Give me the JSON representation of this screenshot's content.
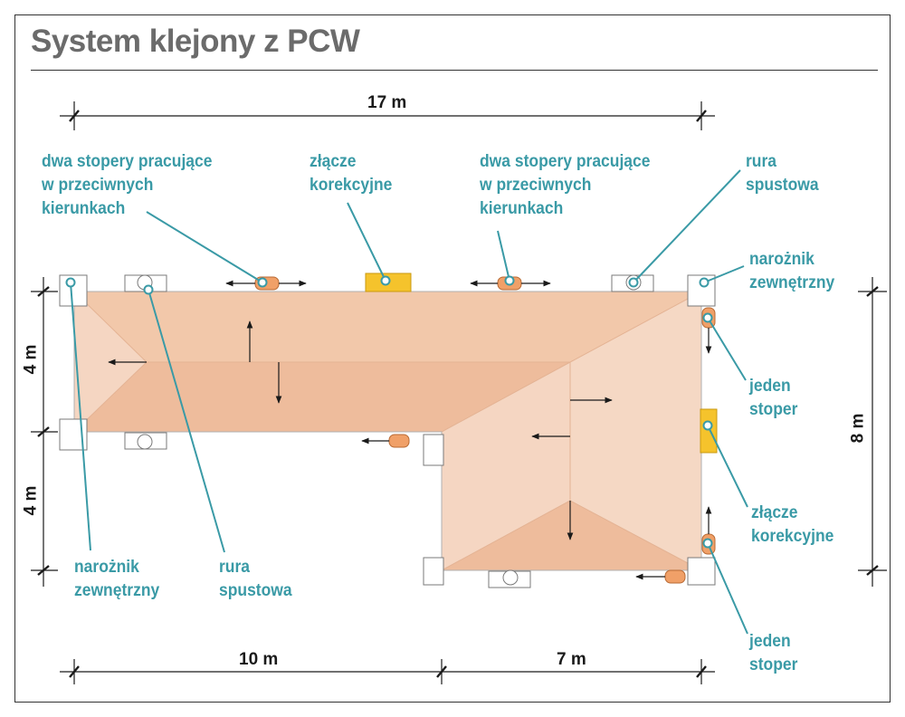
{
  "title": "System klejony z PCW",
  "colors": {
    "label": "#3a9aa6",
    "leader": "#3a9aa6",
    "roof_light": "#f5d6c2",
    "roof_mid": "#f2c8aa",
    "roof_dark": "#eebc9c",
    "connector": "#f5c32c",
    "stopper": "#f0a068",
    "text_dark": "#1a1a1a"
  },
  "dimensions": {
    "top": "17 m",
    "bottom_left": "10 m",
    "bottom_right": "7 m",
    "left_upper": "4 m",
    "left_lower": "4 m",
    "right": "8 m"
  },
  "labels": {
    "stopery_left": "dwa stopery pracujące\nw przeciwnych\nkierunkach",
    "zlacze_top": "złącze\nkorekcyjne",
    "stopery_right": "dwa stopery pracujące\nw przeciwnych\nkierunkach",
    "rura_top": "rura\nspustowa",
    "naroznik_right": "narożnik\nzewnętrzny",
    "jeden_stoper_1": "jeden\nstoper",
    "zlacze_right": "złącze\nkorekcyjne",
    "jeden_stoper_2": "jeden\nstoper",
    "naroznik_bottom": "narożnik\nzewnętrzny",
    "rura_bottom": "rura\nspustowa"
  }
}
